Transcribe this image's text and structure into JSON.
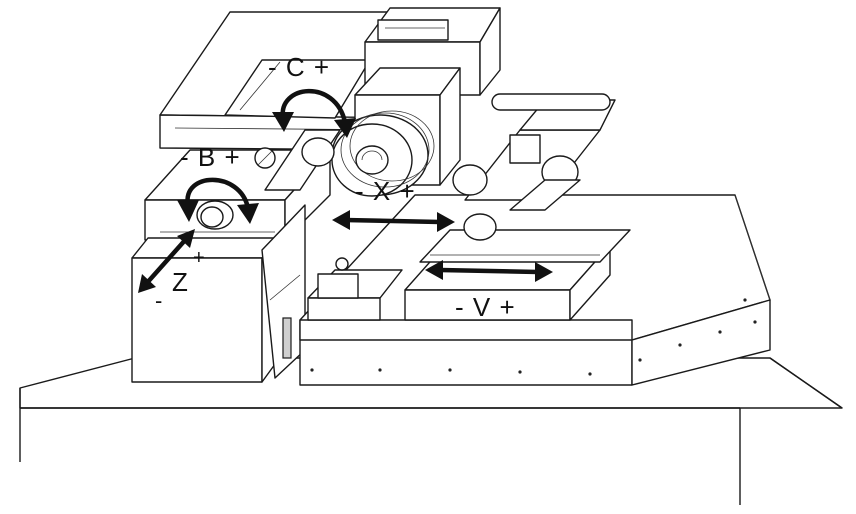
{
  "diagram": {
    "labels": {
      "c_axis": "- C +",
      "b_axis": "- B +",
      "x_axis": "- X +",
      "v_axis": "- V +",
      "z_axis": "Z",
      "z_plus": "+",
      "z_minus": "-"
    },
    "colors": {
      "line": "#1a1a1a",
      "shade": "#cfcfcf",
      "background": "#ffffff"
    }
  }
}
